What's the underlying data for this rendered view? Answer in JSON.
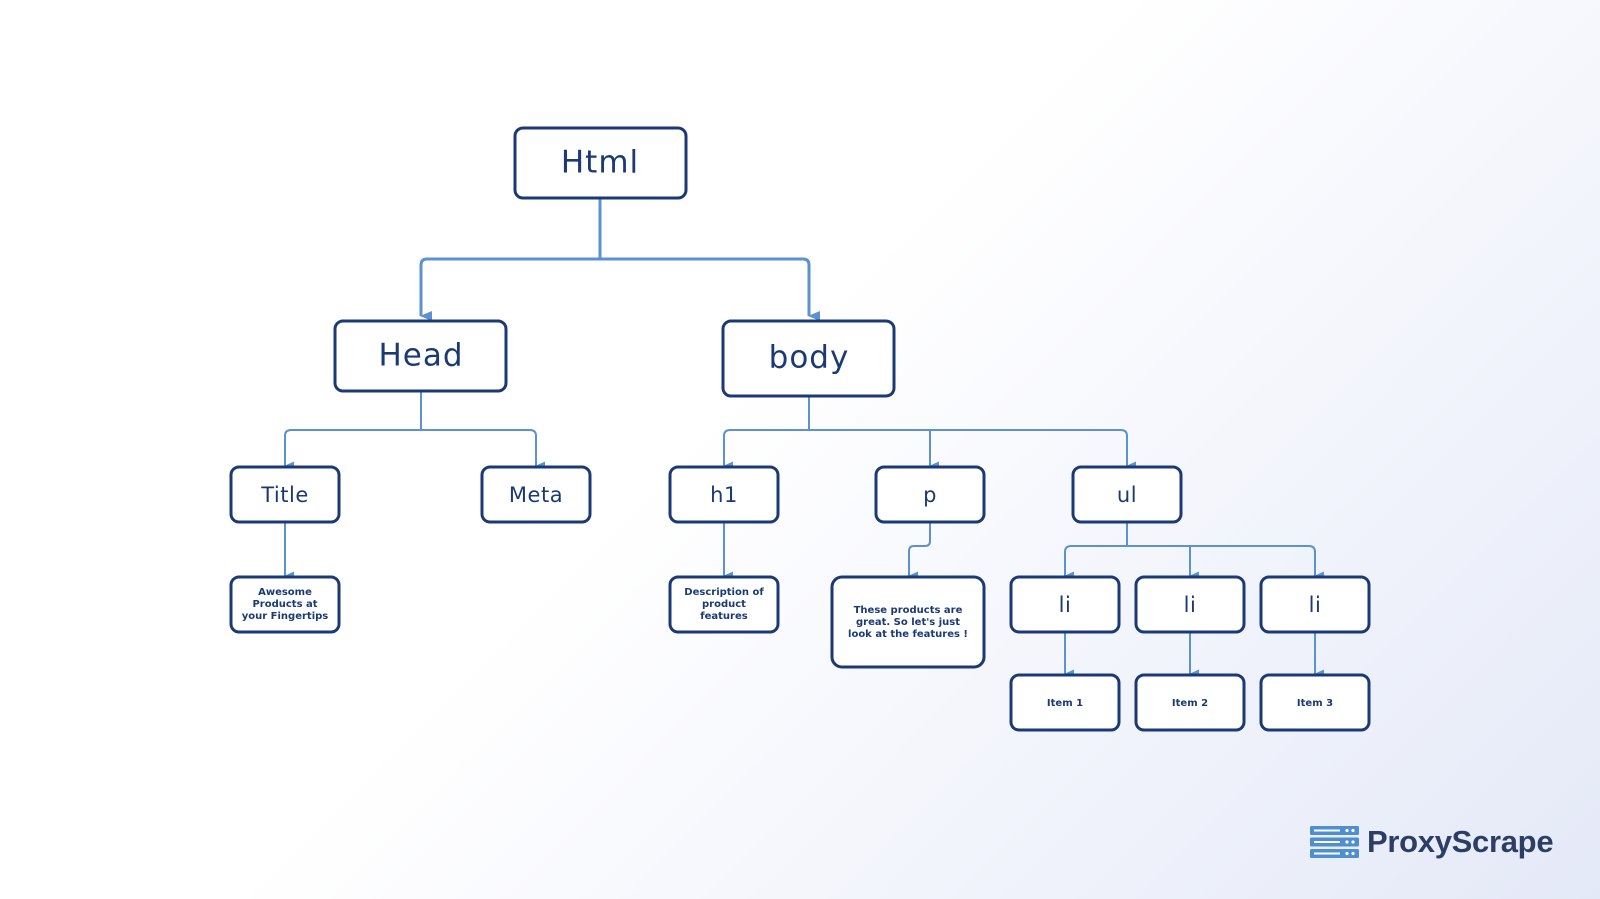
{
  "diagram": {
    "nodes": {
      "html": "Html",
      "head": "Head",
      "body": "body",
      "title": "Title",
      "meta": "Meta",
      "h1": "h1",
      "p": "p",
      "ul": "ul",
      "title_text": [
        "Awesome",
        "Products at",
        "your Fingertips"
      ],
      "h1_text": [
        "Description of",
        "product",
        "features"
      ],
      "p_text": [
        "These products are",
        "great. So let's just",
        "look at the features !"
      ],
      "li1": "li",
      "li2": "li",
      "li3": "li",
      "item1": "Item 1",
      "item2": "Item 2",
      "item3": "Item 3"
    }
  },
  "logo": {
    "name": "ProxyScrape"
  },
  "colors": {
    "node_border": "#1b3a75",
    "node_text": "#1b3a75",
    "connector": "#5a93cf",
    "logo_text": "#2c3e66",
    "logo_icon": "#4f8fd0"
  }
}
